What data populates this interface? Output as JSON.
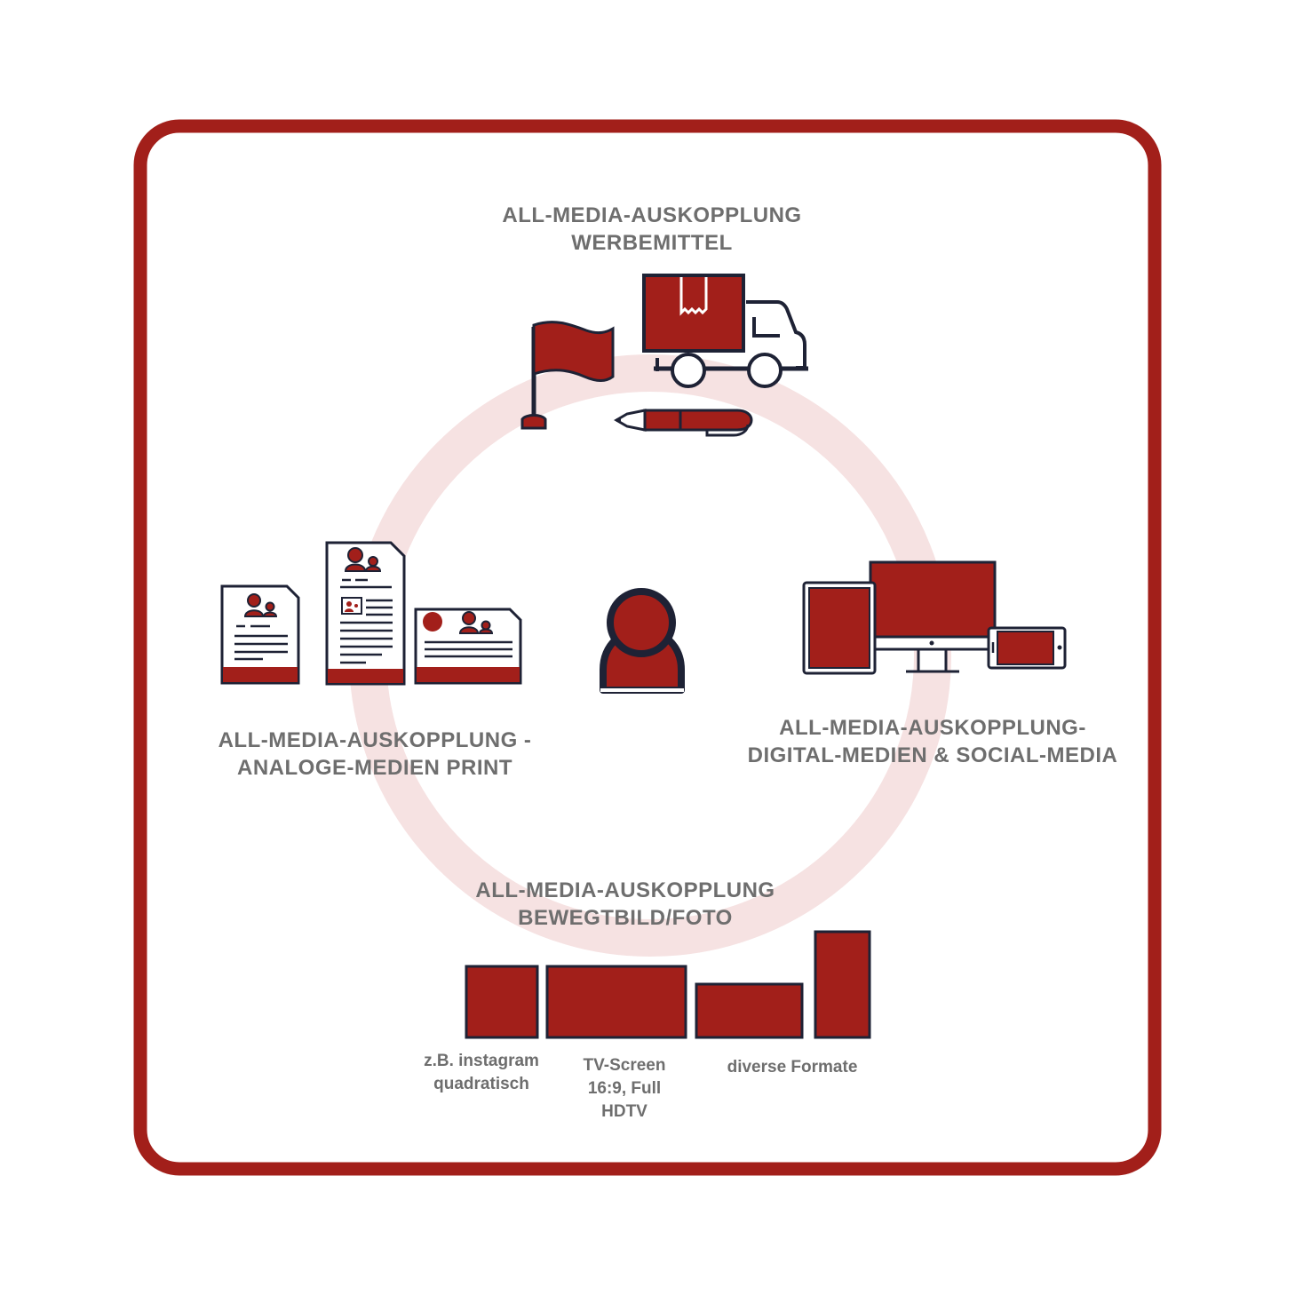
{
  "colors": {
    "frame": "#a21f1a",
    "accent": "#a21f1a",
    "outline": "#1e2235",
    "ring": "#f6e2e2",
    "label": "#6e6e6e"
  },
  "center": {
    "icon": "person-icon"
  },
  "sections": {
    "werbemittel": {
      "lines": [
        "ALL-MEDIA-AUSKOPPLUNG",
        "WERBEMITTEL"
      ],
      "icons": [
        "flag-icon",
        "delivery-truck-icon",
        "pen-icon"
      ]
    },
    "print": {
      "lines": [
        "ALL-MEDIA-AUSKOPPLUNG -",
        "ANALOGE-MEDIEN PRINT"
      ],
      "icons": [
        "document-icon",
        "document-tall-icon",
        "document-wide-icon"
      ]
    },
    "digital": {
      "lines": [
        "ALL-MEDIA-AUSKOPPLUNG-",
        "DIGITAL-MEDIEN & SOCIAL-MEDIA"
      ],
      "icons": [
        "tablet-icon",
        "monitor-icon",
        "smartphone-icon"
      ]
    },
    "bewegtbild": {
      "lines": [
        "ALL-MEDIA-AUSKOPPLUNG",
        "BEWEGTBILD/FOTO"
      ],
      "formats": [
        {
          "lines": [
            "z.B. instagram",
            "quadratisch"
          ]
        },
        {
          "lines": [
            "TV-Screen",
            "16:9, Full",
            "HDTV"
          ]
        },
        {
          "lines": [
            "diverse Formate"
          ]
        }
      ]
    }
  }
}
